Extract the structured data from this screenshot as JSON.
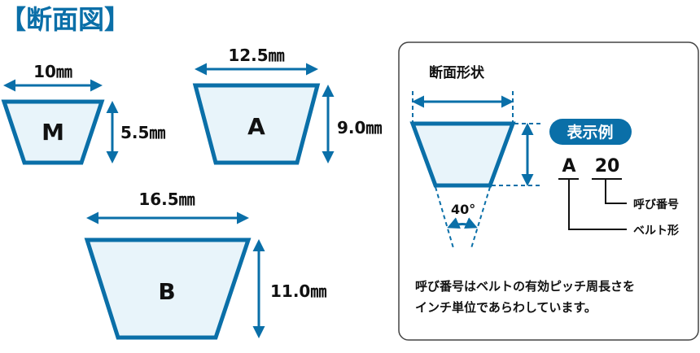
{
  "title": "【断面図】",
  "sections": [
    {
      "name": "M",
      "width": "10㎜",
      "height": "5.5㎜"
    },
    {
      "name": "A",
      "width": "12.5㎜",
      "height": "9.0㎜"
    },
    {
      "name": "B",
      "width": "16.5㎜",
      "height": "11.0㎜"
    }
  ],
  "panel": {
    "heading": "断面形状",
    "angle": "40°",
    "badge": "表示例",
    "example_type": "A",
    "example_number": "20",
    "number_label": "呼び番号",
    "type_label": "ベルト形",
    "note_line1": "呼び番号はベルトの有効ピッチ周長さを",
    "note_line2": "インチ単位であらわしています。"
  },
  "colors": {
    "accent": "#0a6fa8",
    "fill": "#e8f4fa"
  }
}
